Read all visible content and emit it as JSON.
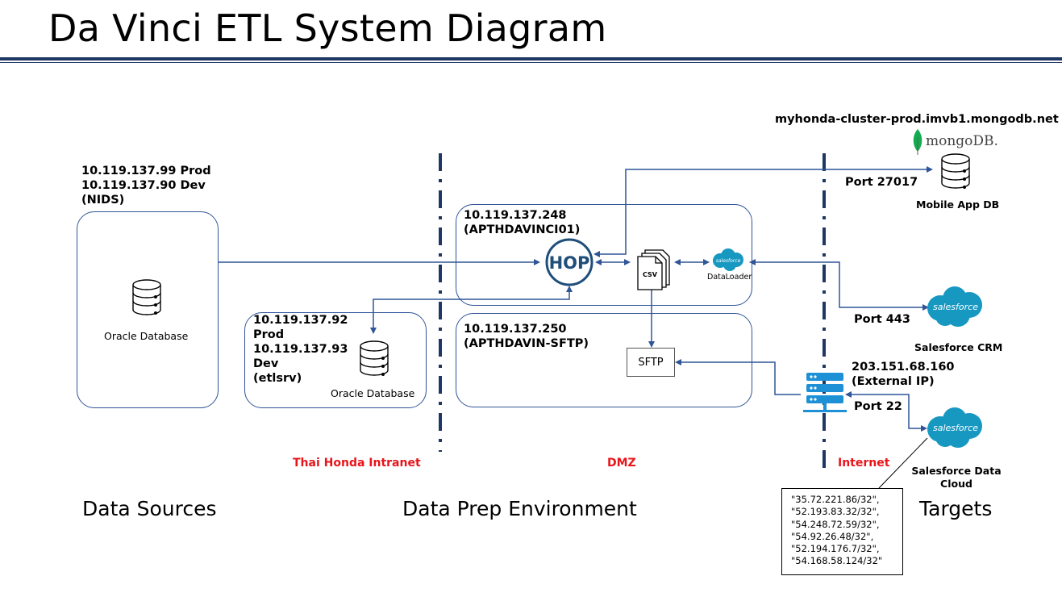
{
  "title": "Da Vinci ETL System Diagram",
  "sections": {
    "data_sources": "Data Sources",
    "data_prep": "Data Prep Environment",
    "targets": "Targets"
  },
  "zones": {
    "intranet": "Thai Honda Intranet",
    "dmz": "DMZ",
    "internet": "Internet"
  },
  "nids": {
    "label": "10.119.137.99 Prod\n10.119.137.90 Dev\n(NIDS)",
    "db_label": "Oracle Database"
  },
  "etlsrv": {
    "label": "10.119.137.92\nProd\n10.119.137.93\nDev\n(etlsrv)",
    "db_label": "Oracle Database"
  },
  "davinci": {
    "label": "10.119.137.248\n(APTHDAVINCI01)",
    "csv_label": "CSV",
    "dataloader_label": "DataLoader",
    "hop_label": "HOP"
  },
  "sftp_server": {
    "label": "10.119.137.250\n(APTHDAVIN-SFTP)",
    "sftp_label": "SFTP"
  },
  "external": {
    "label": "203.151.68.160\n(External IP)",
    "port22": "Port 22"
  },
  "mongodb": {
    "host": "myhonda-cluster-prod.imvb1.mongodb.net",
    "brand": "mongoDB.",
    "port": "Port 27017",
    "db_label": "Mobile App DB"
  },
  "salesforce_crm": {
    "brand": "salesforce",
    "port": "Port 443",
    "label": "Salesforce CRM"
  },
  "salesforce_cloud": {
    "brand": "salesforce",
    "label": "Salesforce Data\nCloud"
  },
  "ip_whitelist": [
    "\"35.72.221.86/32\",",
    "\"52.193.83.32/32\",",
    "\"54.248.72.59/32\",",
    "\"54.92.26.48/32\",",
    "\"52.194.176.7/32\",",
    "\"54.168.58.124/32\""
  ],
  "colors": {
    "accent": "#2f5597",
    "title_rule": "#1f3763",
    "zone_label": "#e8141a",
    "salesforce": "#1798c1",
    "mongodb_leaf": "#13aa52",
    "server_icon": "#1e90d6",
    "divider": "#1f3763"
  }
}
